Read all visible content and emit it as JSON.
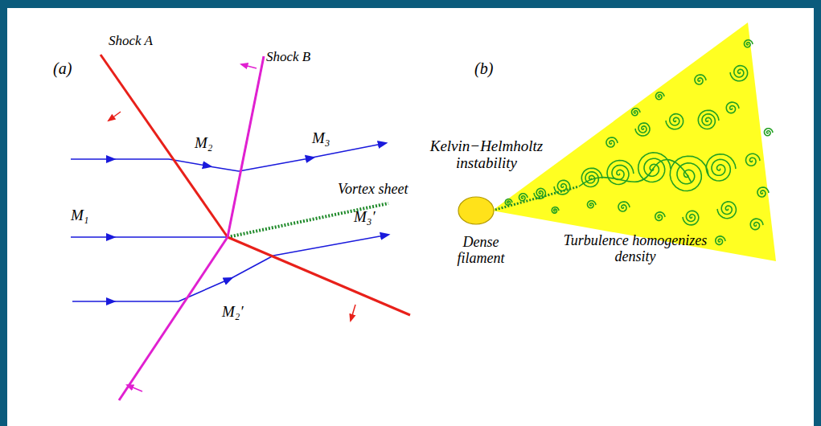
{
  "diagram": {
    "labels": [
      "(a)",
      "Shock A",
      "Shock B",
      "M₂",
      "M₃",
      "Vortex sheet",
      "M₁",
      "M₃′",
      "M₂′",
      "(b)",
      "Kelvin−Helmholtz instability",
      "Dense filament",
      "Turbulence homogenizes density"
    ]
  }
}
